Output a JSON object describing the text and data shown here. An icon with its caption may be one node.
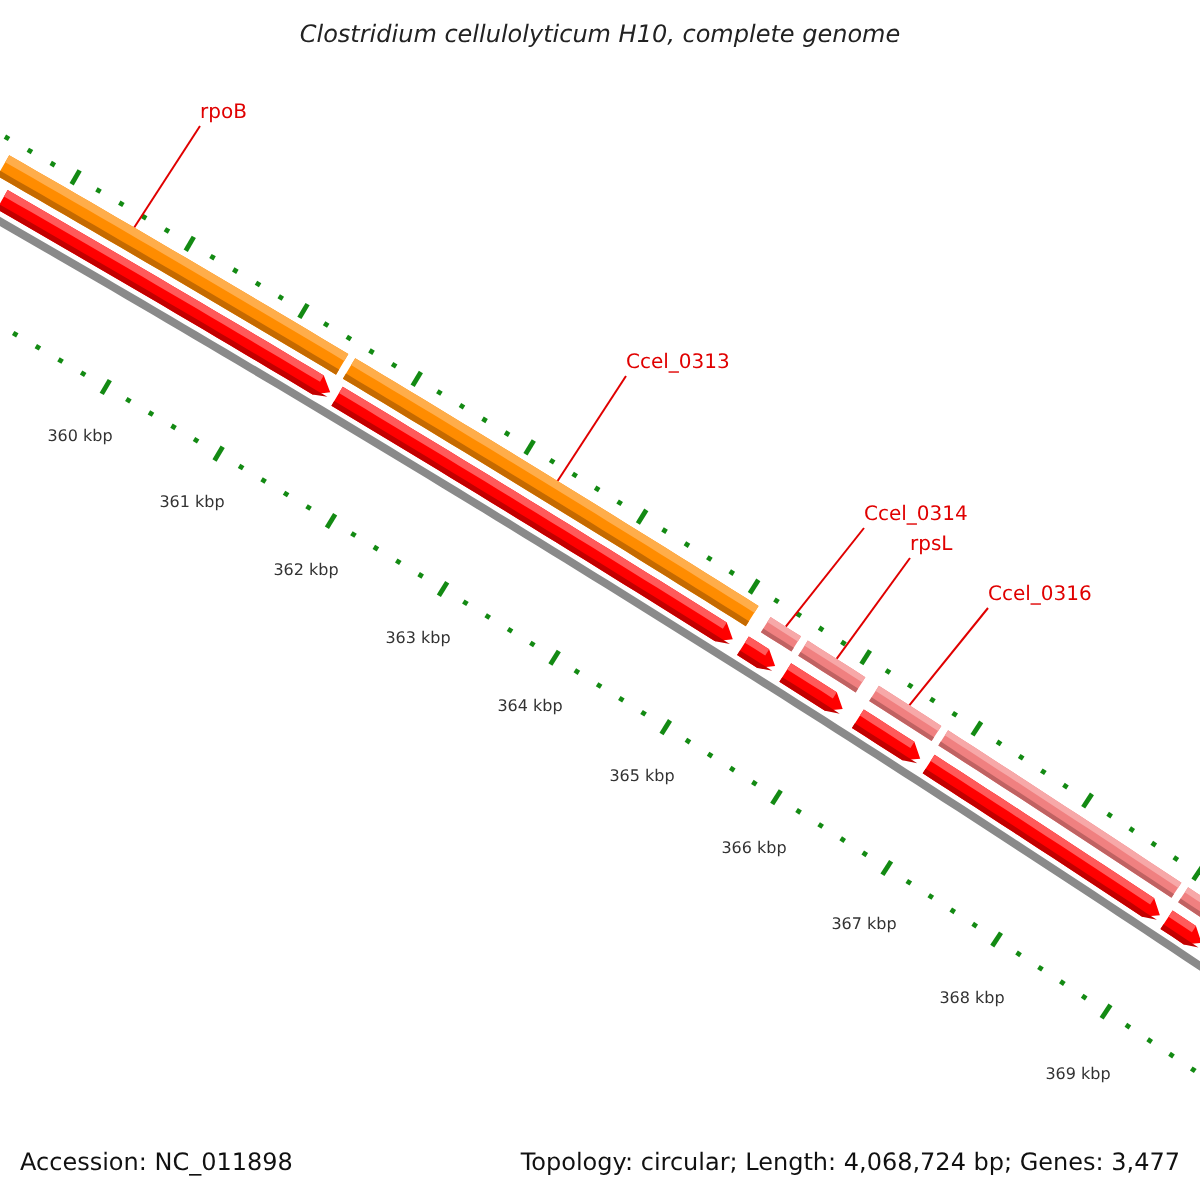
{
  "diagram": {
    "title": "Clostridium cellulolyticum H10, complete genome",
    "nodes": [
      {
        "text": [
          "rpoB"
        ]
      },
      {
        "text": [
          "Ccel_0313"
        ]
      },
      {
        "text": [
          "Ccel_0314"
        ]
      },
      {
        "text": [
          "rpsL"
        ]
      },
      {
        "text": [
          "Ccel_0316"
        ]
      },
      {
        "text": [],
        "shape": "bar"
      },
      {
        "text": [],
        "shape": "bar"
      },
      {
        "text": [],
        "shape": "bar"
      },
      {
        "text": [],
        "shape": "bar"
      },
      {
        "text": [],
        "shape": "bar"
      },
      {
        "text": [],
        "shape": "bar"
      },
      {
        "text": [],
        "shape": "bar"
      },
      {
        "text": [],
        "shape": "arrow"
      },
      {
        "text": [],
        "shape": "arrow"
      },
      {
        "text": [],
        "shape": "arrow"
      },
      {
        "text": [],
        "shape": "arrow"
      },
      {
        "text": [],
        "shape": "arrow"
      },
      {
        "text": [],
        "shape": "arrow"
      },
      {
        "text": [],
        "shape": "arrow"
      }
    ],
    "edges": [
      {
        "from": 0,
        "to": 5,
        "arrow": "none"
      },
      {
        "from": 1,
        "to": 6,
        "arrow": "none"
      },
      {
        "from": 2,
        "to": 7,
        "arrow": "none"
      },
      {
        "from": 3,
        "to": 8,
        "arrow": "none"
      },
      {
        "from": 4,
        "to": 9,
        "arrow": "none"
      }
    ],
    "labels": [
      "360 kbp",
      "361 kbp",
      "362 kbp",
      "363 kbp",
      "364 kbp",
      "365 kbp",
      "366 kbp",
      "367 kbp",
      "368 kbp",
      "369 kbp",
      "Accession: NC_011898",
      "Topology: circular; Length: 4,068,724 bp; Genes: 3,477"
    ]
  }
}
